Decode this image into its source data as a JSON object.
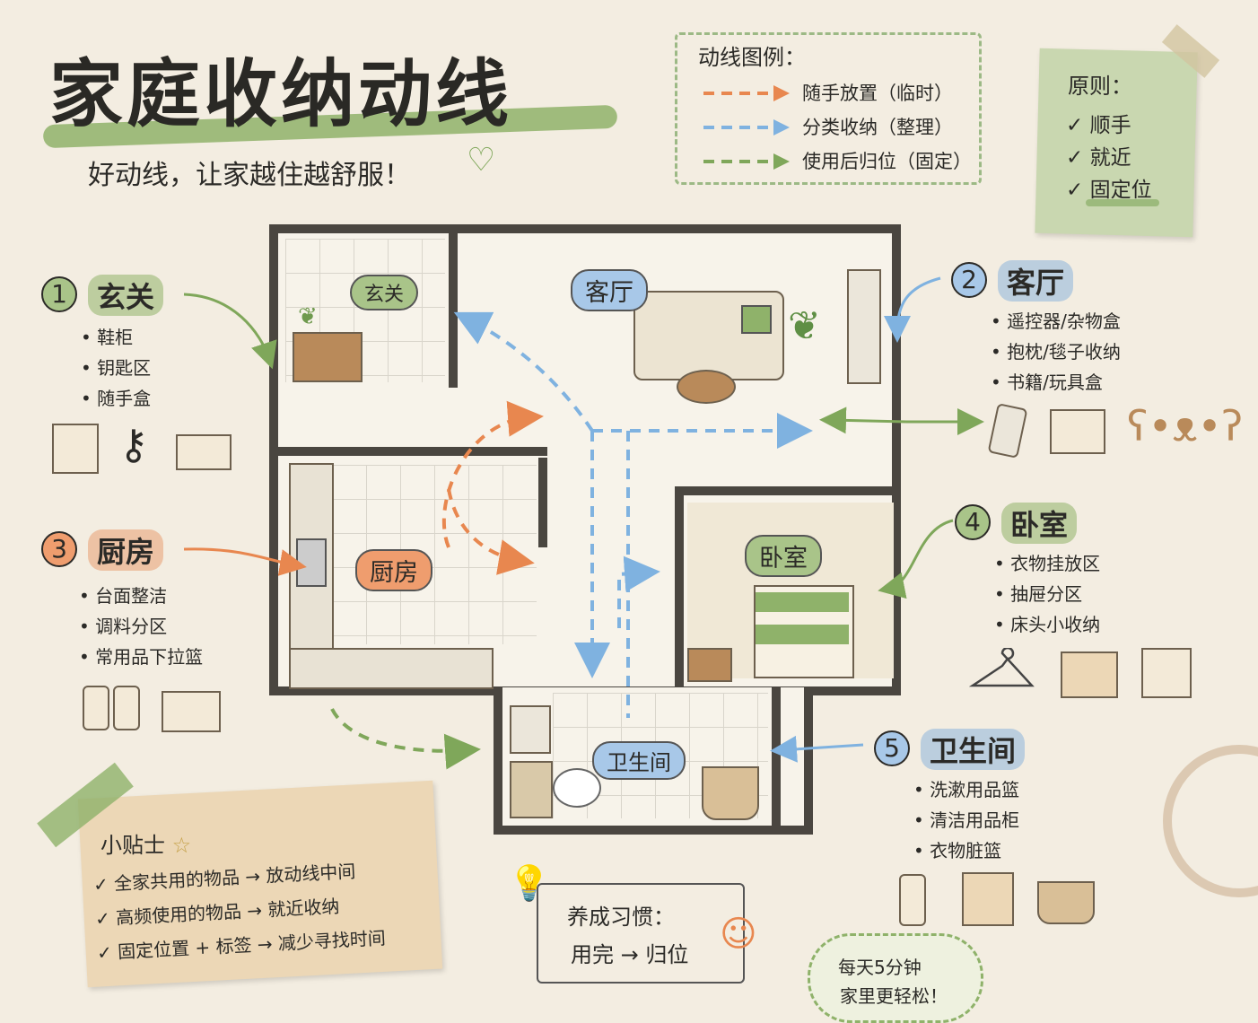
{
  "header": {
    "title": "家庭收纳动线",
    "subtitle": "好动线，让家越住越舒服！"
  },
  "legend": {
    "title": "动线图例：",
    "items": [
      {
        "label": "随手放置（临时）",
        "color": "#e8874f"
      },
      {
        "label": "分类收纳（整理）",
        "color": "#7fb2e0"
      },
      {
        "label": "使用后归位（固定）",
        "color": "#7fa75a"
      }
    ]
  },
  "principles": {
    "title": "原则：",
    "items": [
      "✓ 顺手",
      "✓ 就近",
      "✓ 固定位"
    ]
  },
  "sections": [
    {
      "num": "1",
      "title": "玄关",
      "items": [
        "鞋柜",
        "钥匙区",
        "随手盒"
      ]
    },
    {
      "num": "2",
      "title": "客厅",
      "items": [
        "遥控器/杂物盒",
        "抱枕/毯子收纳",
        "书籍/玩具盒"
      ]
    },
    {
      "num": "3",
      "title": "厨房",
      "items": [
        "台面整洁",
        "调料分区",
        "常用品下拉篮"
      ]
    },
    {
      "num": "4",
      "title": "卧室",
      "items": [
        "衣物挂放区",
        "抽屉分区",
        "床头小收纳"
      ]
    },
    {
      "num": "5",
      "title": "卫生间",
      "items": [
        "洗漱用品篮",
        "清洁用品柜",
        "衣物脏篮"
      ]
    }
  ],
  "rooms": {
    "entrance": "玄关",
    "living": "客厅",
    "kitchen": "厨房",
    "bedroom": "卧室",
    "bathroom": "卫生间"
  },
  "tips": {
    "title": "小贴士",
    "lines": [
      "✓ 全家共用的物品 → 放动线中间",
      "✓ 高频使用的物品 → 就近收纳",
      "✓ 固定位置 + 标签 → 减少寻找时间"
    ]
  },
  "habit": {
    "title": "养成习惯：",
    "line": "用完 → 归位"
  },
  "cloud": {
    "line1": "每天5分钟",
    "line2": "家里更轻松！"
  }
}
